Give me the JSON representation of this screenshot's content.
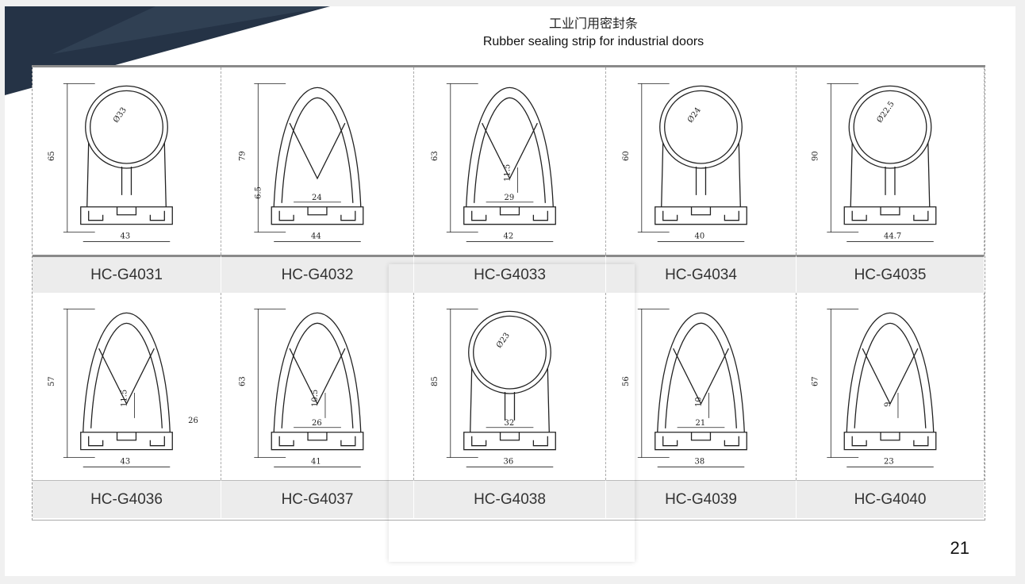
{
  "title_zh": "工业门用密封条",
  "title_en": "Rubber sealing strip for  industrial doors",
  "page_number": "21",
  "colors": {
    "banner": "#253346",
    "header_bar": "#8a8a8a",
    "label_bg": "#ececec"
  },
  "products": [
    {
      "code": "HC-G4031",
      "dims": {
        "height": "65",
        "width": "43",
        "diameter": "Ø33"
      }
    },
    {
      "code": "HC-G4032",
      "dims": {
        "height": "79",
        "width": "44",
        "inner": "24",
        "gap": "6.5"
      }
    },
    {
      "code": "HC-G4033",
      "dims": {
        "height": "63",
        "width": "42",
        "inner": "29",
        "slot": "11.5"
      }
    },
    {
      "code": "HC-G4034",
      "dims": {
        "height": "60",
        "width": "40",
        "diameter": "Ø24"
      }
    },
    {
      "code": "HC-G4035",
      "dims": {
        "height": "90",
        "width": "44.7",
        "diameter": "Ø22.5"
      }
    },
    {
      "code": "HC-G4036",
      "dims": {
        "height": "57",
        "width": "43",
        "slot": "11.5",
        "side": "26"
      }
    },
    {
      "code": "HC-G4037",
      "dims": {
        "height": "63",
        "width": "41",
        "inner": "26",
        "slot": "10.5"
      }
    },
    {
      "code": "HC-G4038",
      "dims": {
        "height": "85",
        "width": "36",
        "inner": "32",
        "diameter": "Ø23"
      }
    },
    {
      "code": "HC-G4039",
      "dims": {
        "height": "56",
        "width": "38",
        "inner": "21",
        "slot": "10"
      }
    },
    {
      "code": "HC-G4040",
      "dims": {
        "height": "67",
        "width": "23",
        "slot": "9"
      }
    }
  ]
}
